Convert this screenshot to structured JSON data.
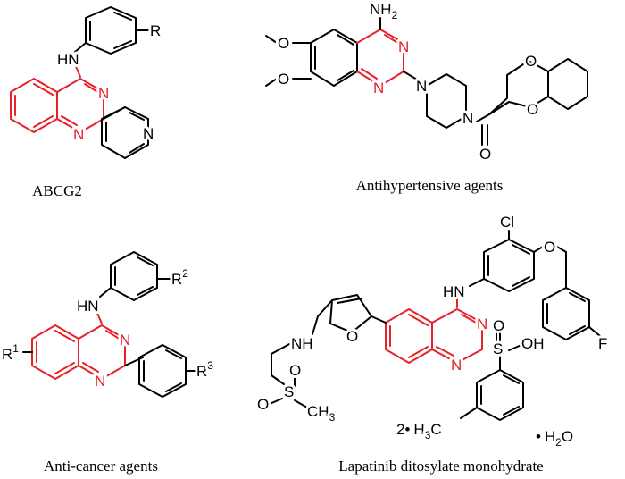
{
  "captions": {
    "abcg2": "ABCG2",
    "antihypertensive": "Antihypertensive agents",
    "anticancer": "Anti-cancer agents",
    "lapatinib": "Lapatinib ditosylate monohydrate"
  },
  "atoms": {
    "R": "R",
    "HN": "HN",
    "N": "N",
    "NH2_N": "NH",
    "NH2_sub": "2",
    "O": "O",
    "R1": "R",
    "R1_sup": "1",
    "R2": "R",
    "R2_sup": "2",
    "R3": "R",
    "R3_sup": "3",
    "Cl": "Cl",
    "F": "F",
    "NH": "NH",
    "S": "S",
    "OH": "OH",
    "CH3_C": "CH",
    "CH3_sub": "3"
  },
  "salt": {
    "coeff": "2•",
    "h3c_h": "H",
    "h3c_sub": "3",
    "h3c_c": "C",
    "water_dot": "•",
    "water_h": "H",
    "water_sub": "2",
    "water_o": "O"
  },
  "colors": {
    "core": "#e8202a",
    "bond": "#000000"
  }
}
